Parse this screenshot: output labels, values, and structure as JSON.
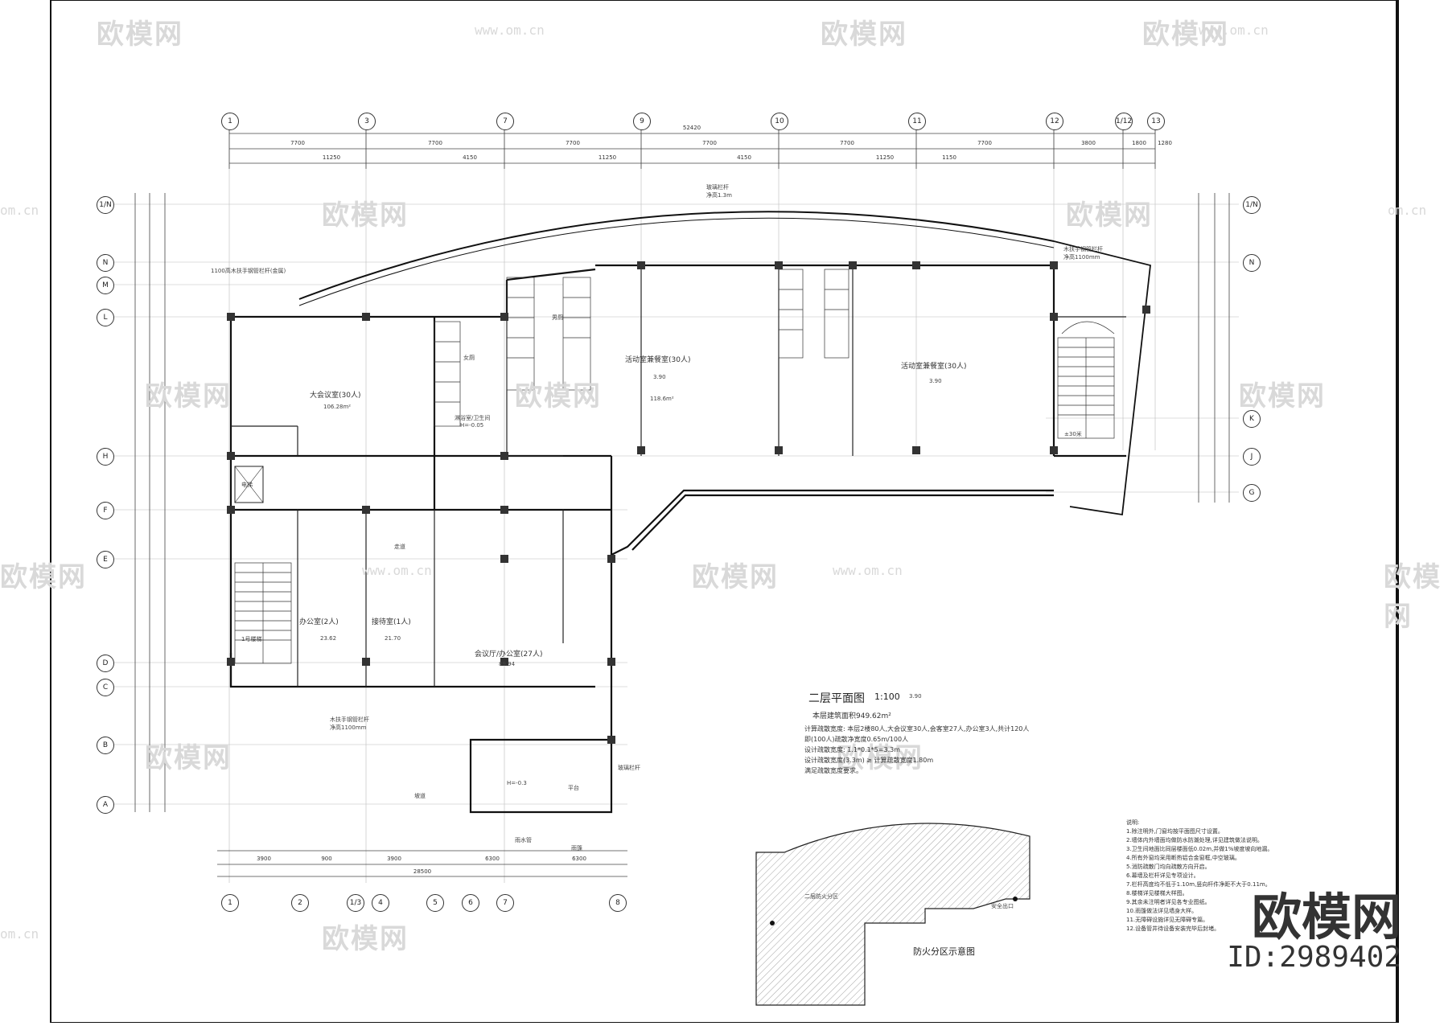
{
  "watermarks": {
    "brand": "欧模网",
    "url": "www.om.cn",
    "url_short": "om.cn"
  },
  "brand_logo": {
    "text": "欧模网",
    "id": "ID:2989402"
  },
  "drawing": {
    "title": "二层平面图",
    "scale": "1:100",
    "level": "3.90",
    "area_summary": "本层建筑面积949.62m²",
    "calc_lines": [
      "计算疏散宽度: 本层2楼80人,大会议室30人,会客室27人,办公室3人,共计120人",
      "即(100人)疏散净宽度0.65m/100人",
      "设计疏散宽度: 1.1*0.1*5=3.3m",
      "设计疏散宽度(3.3m) ≥ 计算疏散宽度1.80m",
      "满足疏散宽度要求。"
    ]
  },
  "axes_top": [
    "1",
    "3",
    "7",
    "9",
    "10",
    "11",
    "12",
    "1/12",
    "13"
  ],
  "axes_bottom": [
    "1",
    "2",
    "1/3",
    "4",
    "5",
    "6",
    "7",
    "8"
  ],
  "axes_left": [
    "1/N",
    "N",
    "M",
    "L",
    "H",
    "F",
    "E",
    "D",
    "C",
    "B",
    "A"
  ],
  "axes_right": [
    "1/N",
    "N",
    "K",
    "J",
    "G"
  ],
  "dims_top_total": "52420",
  "dims_top_row1": [
    "7700",
    "7700",
    "7700",
    "7700",
    "7700",
    "7700",
    "3800",
    "1800",
    "1280"
  ],
  "dims_top_row2": [
    "11250",
    "4150",
    "11250",
    "4150",
    "11250",
    "1150"
  ],
  "dims_bottom_total": "28500",
  "dims_bottom_row": [
    "3900",
    "900",
    "3900",
    "6300",
    "6300"
  ],
  "rooms": {
    "meeting": "大会议室(30人)",
    "meeting_area": "106.28m²",
    "activity1": "活动室兼餐室(30人)",
    "activity1_level": "3.90",
    "activity1_area": "118.6m²",
    "activity2": "活动室兼餐室(30人)",
    "activity2_level": "3.90",
    "office": "办公室(2人)",
    "office_area": "23.62",
    "reception": "接待室(1人)",
    "reception_area": "21.70",
    "hall": "会议厅/办公室(27人)",
    "hall_area": "89.94",
    "stair1": "1号楼梯",
    "corridor": "走道",
    "toilet": "女厕",
    "toilet_m": "男厕",
    "shower": "淋浴室/卫生间",
    "shower_level": "H=-0.05",
    "elevator": "电梯",
    "platform": "平台",
    "rain_shelter": "雨篷",
    "balcony_level": "H=-0.3",
    "stair_level": "±30米"
  },
  "annotations": {
    "rail_top": "玻璃栏杆",
    "rail_top_h": "净高1.3m",
    "rail_left": "1100高木扶手钢管栏杆(金属)",
    "rail_right": "木扶手钢管栏杆",
    "rail_right_h": "净高1100mm",
    "rail_bottom": "木扶手钢管栏杆",
    "rail_bottom_h": "净高1100mm",
    "glass_rail": "玻璃栏杆",
    "ramp": "坡道",
    "rain_pipe": "雨水管"
  },
  "fire_zone": {
    "title": "防火分区示意图",
    "label": "二层防火分区",
    "exit": "安全出口"
  },
  "notes": {
    "heading": "说明:",
    "lines": [
      "1.除注明外,门窗均按平面图尺寸设置。",
      "2.墙体内外墙面均做防水防潮处理,详见建筑做法说明。",
      "3.卫生间地面比同层楼面低0.02m,并做1%坡度坡向地漏。",
      "4.所有外窗均采用断热铝合金窗框,中空玻璃。",
      "5.消防疏散门均向疏散方向开启。",
      "6.幕墙及栏杆详见专项设计。",
      "7.栏杆高度均不低于1.10m,竖向杆件净距不大于0.11m。",
      "8.楼梯详见楼梯大样图。",
      "9.其余未注明者详见各专业图纸。",
      "10.雨篷做法详见墙身大样。",
      "11.无障碍设施详见无障碍专篇。",
      "12.设备管井待设备安装完毕后封堵。"
    ]
  }
}
